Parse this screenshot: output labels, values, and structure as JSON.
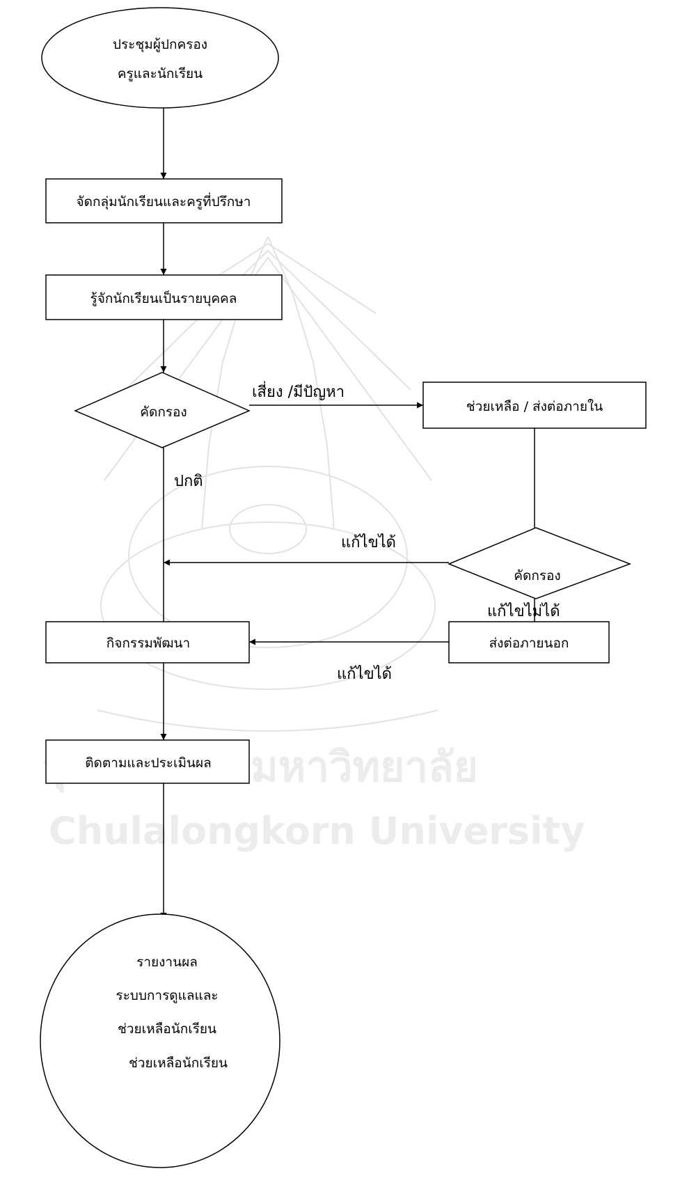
{
  "watermark": {
    "line1": "จุฬาลงกรณ์มหาวิทยาลัย",
    "line2": "Chulalongkorn University"
  },
  "nodes": {
    "start": {
      "line1": "ประชุมผู้ปกครอง",
      "line2": "ครูและนักเรียน"
    },
    "group": "จัดกลุ่มนักเรียนและครูที่ปรึกษา",
    "know": "รู้จักนักเรียนเป็นรายบุคคล",
    "screen1": "คัดกรอง",
    "help": "ช่วยเหลือ / ส่งต่อภายใน",
    "screen2": "คัดกรอง",
    "develop": "กิจกรรมพัฒนา",
    "refer_out": "ส่งต่อภายนอก",
    "follow": "ติดตามและประเมินผล",
    "end": {
      "line1": "รายงานผล",
      "line2": "ระบบการดูแลและ",
      "line3": "ช่วยเหลือนักเรียน",
      "line4": "ช่วยเหลือนักเรียน"
    }
  },
  "edges": {
    "risk": "เสี่ยง /มีปัญหา",
    "normal": "ปกติ",
    "solved_a": "แก้ไขได้",
    "unsolved": "แก้ไขไม่ได้",
    "solved_b": "แก้ไขได้"
  }
}
